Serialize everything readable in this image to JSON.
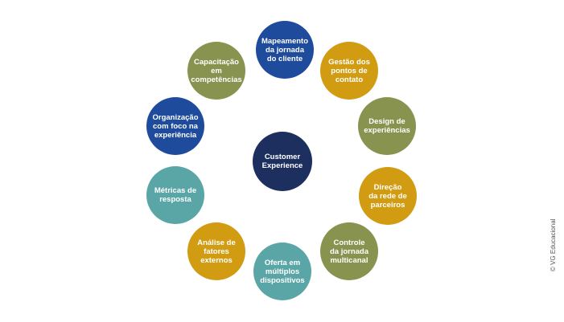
{
  "colors": {
    "navy": "#1c2f5e",
    "blue": "#1f4b9c",
    "gold": "#d19c12",
    "olive": "#87934f",
    "teal": "#5aa6a6",
    "white": "#ffffff"
  },
  "center": {
    "label": "Customer\nExperience",
    "color": "#1c2f5e"
  },
  "nodes": [
    {
      "label": "Mapeamento\nda jornada\ndo cliente",
      "color": "#1f4b9c"
    },
    {
      "label": "Gestão dos\npontos de\ncontato",
      "color": "#d19c12"
    },
    {
      "label": "Design de\nexperiências",
      "color": "#87934f"
    },
    {
      "label": "Direção\nda rede de\nparceiros",
      "color": "#d19c12"
    },
    {
      "label": "Controle\nda jornada\nmulticanal",
      "color": "#87934f"
    },
    {
      "label": "Oferta em\nmúltiplos\ndispositivos",
      "color": "#5aa6a6"
    },
    {
      "label": "Análise de\nfatores\nexternos",
      "color": "#d19c12"
    },
    {
      "label": "Métricas de\nresposta",
      "color": "#5aa6a6"
    },
    {
      "label": "Organização\ncom foco na\nexperiência",
      "color": "#1f4b9c"
    },
    {
      "label": "Capacitação\nem\ncompetências",
      "color": "#87934f"
    }
  ],
  "credit": "© VG Educacional"
}
